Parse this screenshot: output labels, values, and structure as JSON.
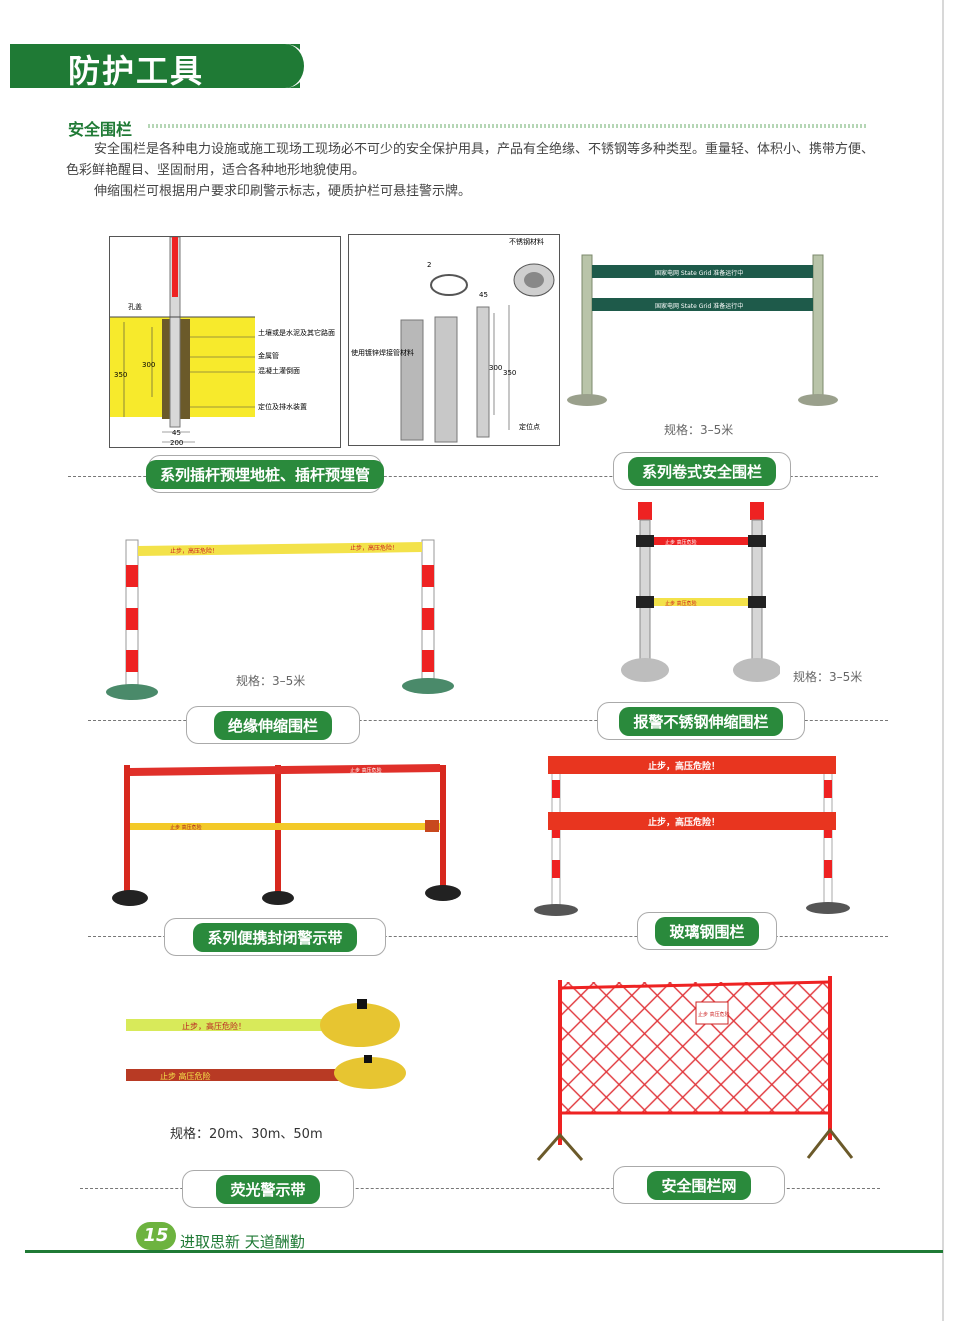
{
  "header": {
    "title": "防护工具"
  },
  "section": {
    "title": "安全围栏",
    "intro": [
      "安全围栏是各种电力设施或施工现场工现场必不可少的安全保护用具，产品有全绝缘、不锈钢等多种类型。重量轻、体积小、携带方便、色彩鲜艳醒目、坚固耐用，适合各种地形地貌使用。",
      "伸缩围栏可根据用户要求印刷警示标志，硬质护栏可悬挂警示牌。"
    ]
  },
  "diagram1": {
    "labels": [
      "孔盖",
      "土壤或是水泥及其它路面",
      "金属管",
      "混凝土灌倒面",
      "定位及排水装置"
    ],
    "dims": [
      "350",
      "300",
      "45",
      "200"
    ]
  },
  "diagram2": {
    "labels": [
      "不锈钢材料",
      "使用镀锌焊接管材料",
      "定位点"
    ],
    "dims": [
      "2",
      "45",
      "300",
      "350"
    ]
  },
  "products": [
    {
      "name": "系列插杆预埋地桩、插杆预埋管",
      "spec": ""
    },
    {
      "name": "系列卷式安全围栏",
      "spec": "规格：3–5米"
    },
    {
      "name": "绝缘伸缩围栏",
      "spec": "规格：3–5米"
    },
    {
      "name": "报警不锈钢伸缩围栏",
      "spec": "规格：3–5米"
    },
    {
      "name": "系列便携封闭警示带",
      "spec": ""
    },
    {
      "name": "玻璃钢围栏",
      "spec": ""
    },
    {
      "name": "荧光警示带",
      "spec": "规格：20m、30m、50m"
    },
    {
      "name": "安全围栏网",
      "spec": ""
    }
  ],
  "banners": {
    "warning": "止步，高压危险！",
    "warning_short": "止步 高压危险",
    "sign": "止步 高压危险",
    "belt_text": "国家电网 State Grid 准备运行中"
  },
  "footer": {
    "page_number": "15",
    "slogan": "进取思新  天道酬勤"
  },
  "colors": {
    "brand_green": "#1f7a35",
    "pill_green": "#2a8a3c",
    "warning_red": "#e02b20",
    "warning_yellow": "#f3e24a"
  }
}
